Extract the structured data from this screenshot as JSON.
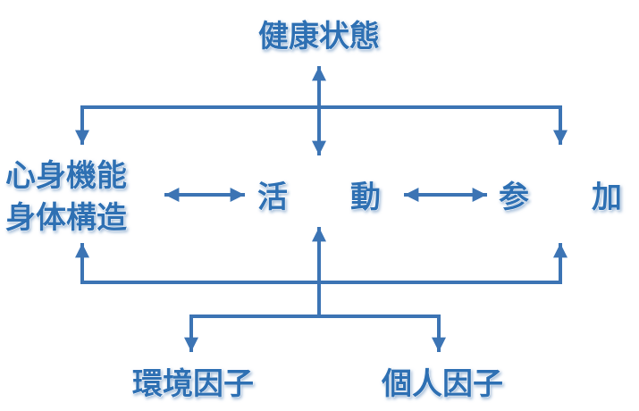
{
  "diagram": {
    "title": "",
    "nodes": {
      "health": "健康状態",
      "body_line1": "心身機能",
      "body_line2": "身体構造",
      "activity_1": "活",
      "activity_2": "動",
      "participation_1": "参",
      "participation_2": "加",
      "environment": "環境因子",
      "personal": "個人因子"
    },
    "colors": {
      "text": "#2e6fb3",
      "arrow": "#3c74b4"
    }
  }
}
